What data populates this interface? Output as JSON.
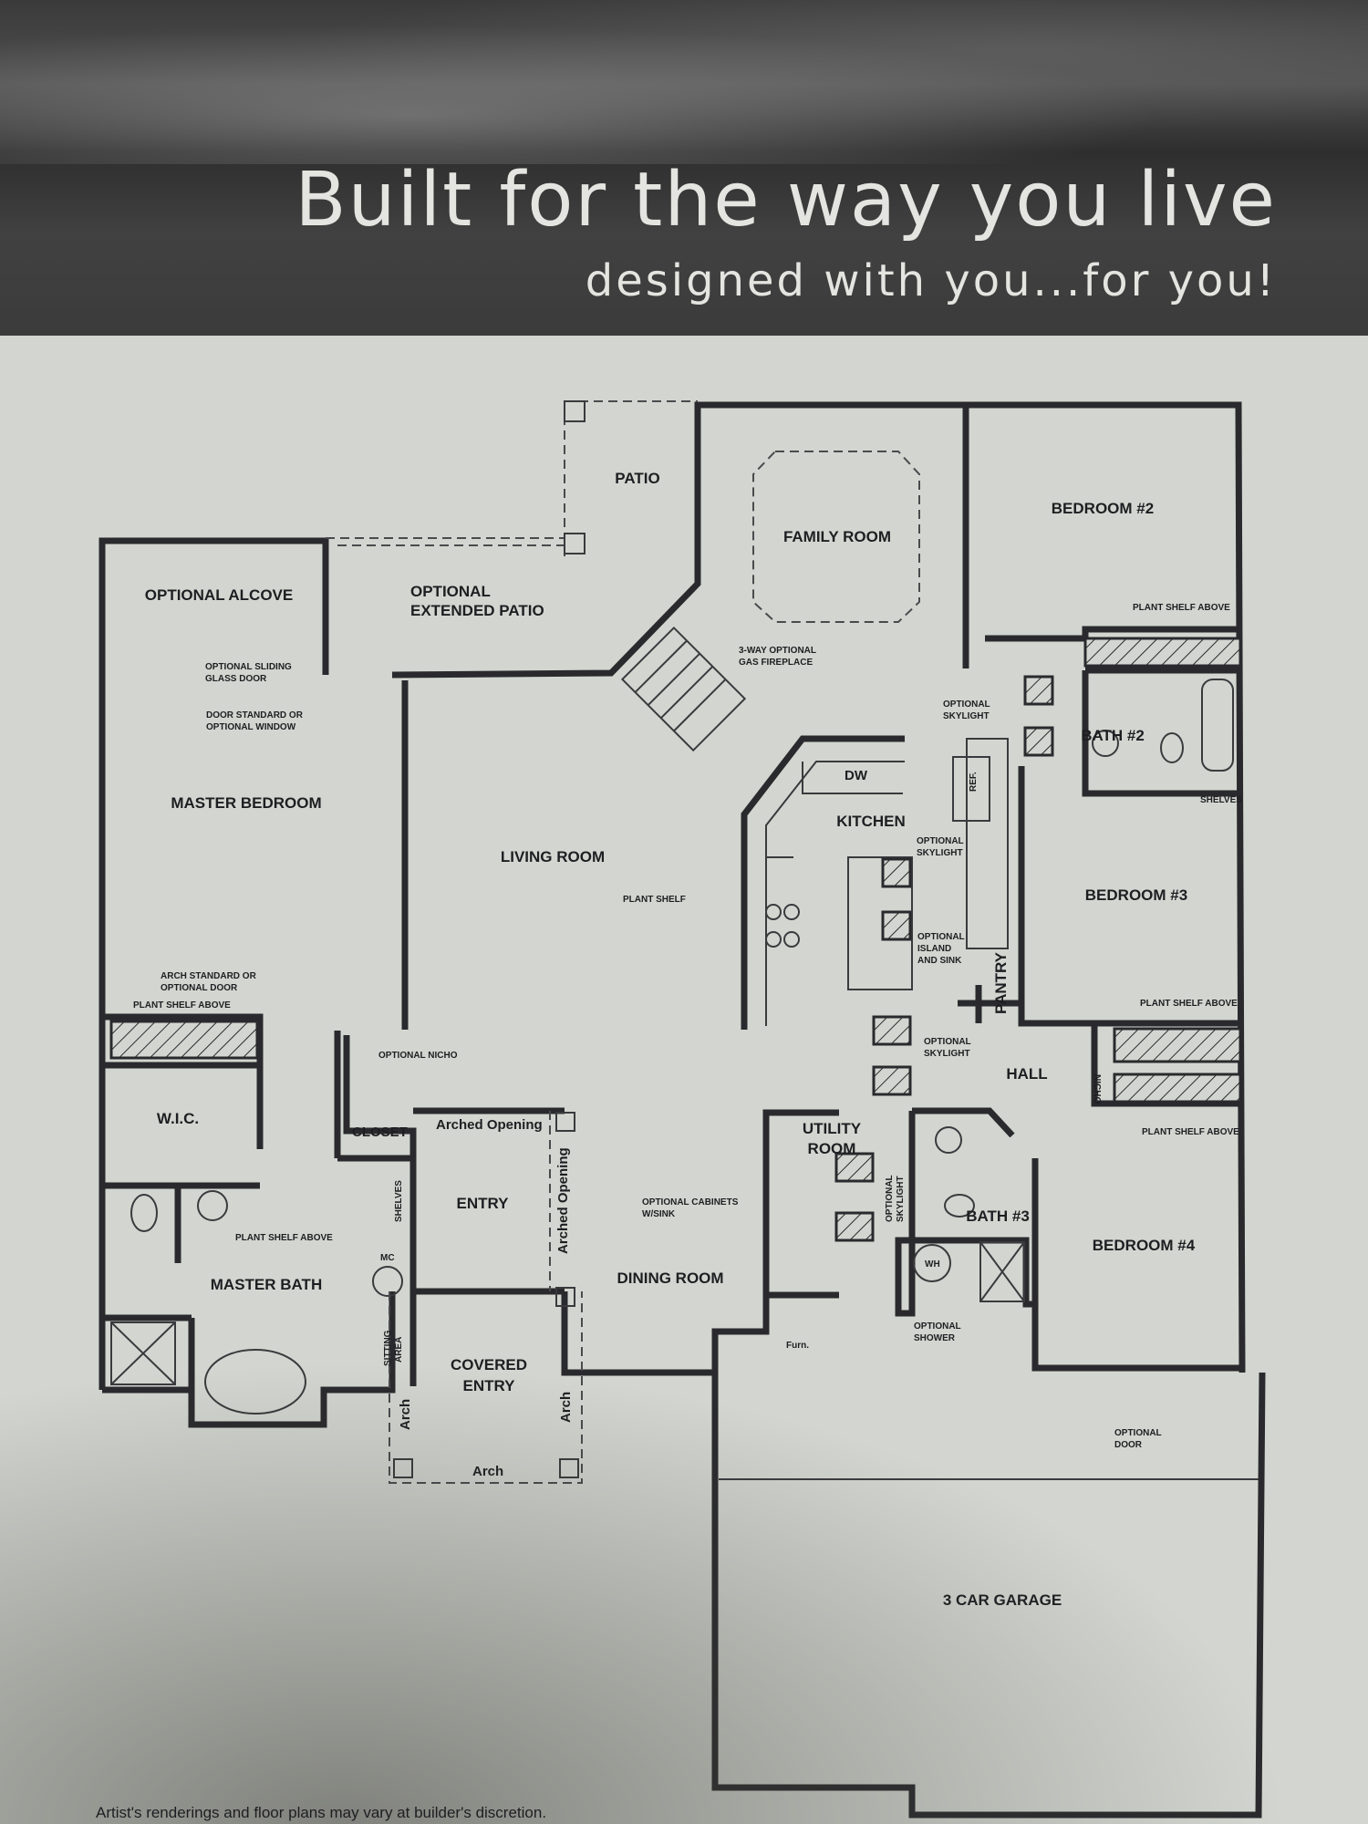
{
  "header": {
    "title": "Built for the way you live",
    "subtitle": "designed with you...for you!"
  },
  "rooms": {
    "patio": "PATIO",
    "family_room": "FAMILY ROOM",
    "bedroom_2": "BEDROOM #2",
    "optional_alcove": "OPTIONAL ALCOVE",
    "optional_extended_patio": [
      "OPTIONAL",
      "EXTENDED PATIO"
    ],
    "bath_2": "BATH #2",
    "kitchen": "KITCHEN",
    "master_bedroom": "MASTER BEDROOM",
    "living_room": "LIVING ROOM",
    "bedroom_3": "BEDROOM #3",
    "pantry": "PANTRY",
    "hall": "HALL",
    "wic": "W.I.C.",
    "closet": "CLOSET",
    "utility_room": [
      "UTILITY",
      "ROOM"
    ],
    "entry": "ENTRY",
    "bath_3": "BATH #3",
    "bedroom_4": "BEDROOM #4",
    "dining_room": "DINING ROOM",
    "master_bath": "MASTER BATH",
    "covered_entry": [
      "COVERED",
      "ENTRY"
    ],
    "garage": "3 CAR GARAGE"
  },
  "fixtures": {
    "dw": "DW",
    "ref": "REF.",
    "shelves": "SHELVES",
    "nicho": "NICHO",
    "mc": "MC",
    "wh": "WH",
    "furn": "Furn.",
    "sitting_area": [
      "SITTING",
      "AREA"
    ],
    "arched_opening": "Arched Opening",
    "arch": "Arch"
  },
  "annotations": {
    "plant_shelf_above": "PLANT SHELF ABOVE",
    "fireplace": [
      "3-WAY OPTIONAL",
      "GAS FIREPLACE"
    ],
    "sliding_glass_door": [
      "OPTIONAL SLIDING",
      "GLASS DOOR"
    ],
    "door_or_window": [
      "DOOR STANDARD OR",
      "OPTIONAL WINDOW"
    ],
    "optional_skylight": [
      "OPTIONAL",
      "SKYLIGHT"
    ],
    "plant_shelf": "PLANT SHELF",
    "island_sink": [
      "OPTIONAL",
      "ISLAND",
      "AND SINK"
    ],
    "arch_or_door": [
      "ARCH STANDARD OR",
      "OPTIONAL DOOR"
    ],
    "optional_nicho": "OPTIONAL NICHO",
    "cabinets_sink": [
      "OPTIONAL CABINETS",
      "W/SINK"
    ],
    "optional_shower": [
      "OPTIONAL",
      "SHOWER"
    ],
    "optional_door": [
      "OPTIONAL",
      "DOOR"
    ]
  },
  "footer": {
    "disclaimer": "Artist's renderings and floor plans may vary at builder's discretion."
  }
}
